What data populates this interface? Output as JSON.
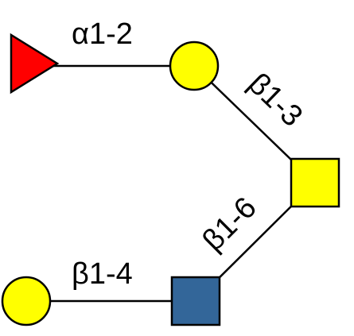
{
  "colors": {
    "fucose": "#ff0000",
    "galactose": "#ffff00",
    "galnac": "#ffff00",
    "glcnac": "#336699",
    "line": "#000000"
  },
  "nodes": {
    "fucose": {
      "shape": "triangle",
      "icon": "red-triangle-icon"
    },
    "galactose_top": {
      "shape": "circle",
      "icon": "yellow-circle-icon"
    },
    "galnac_root": {
      "shape": "square",
      "icon": "yellow-square-icon"
    },
    "glcnac": {
      "shape": "square",
      "icon": "blue-square-icon"
    },
    "galactose_bottom": {
      "shape": "circle",
      "icon": "yellow-circle-icon"
    }
  },
  "links": {
    "fuc_gal": "α1-2",
    "gal_galnac": "β1-3",
    "glcnac_galnac": "β1-6",
    "gal_glcnac": "β1-4"
  }
}
